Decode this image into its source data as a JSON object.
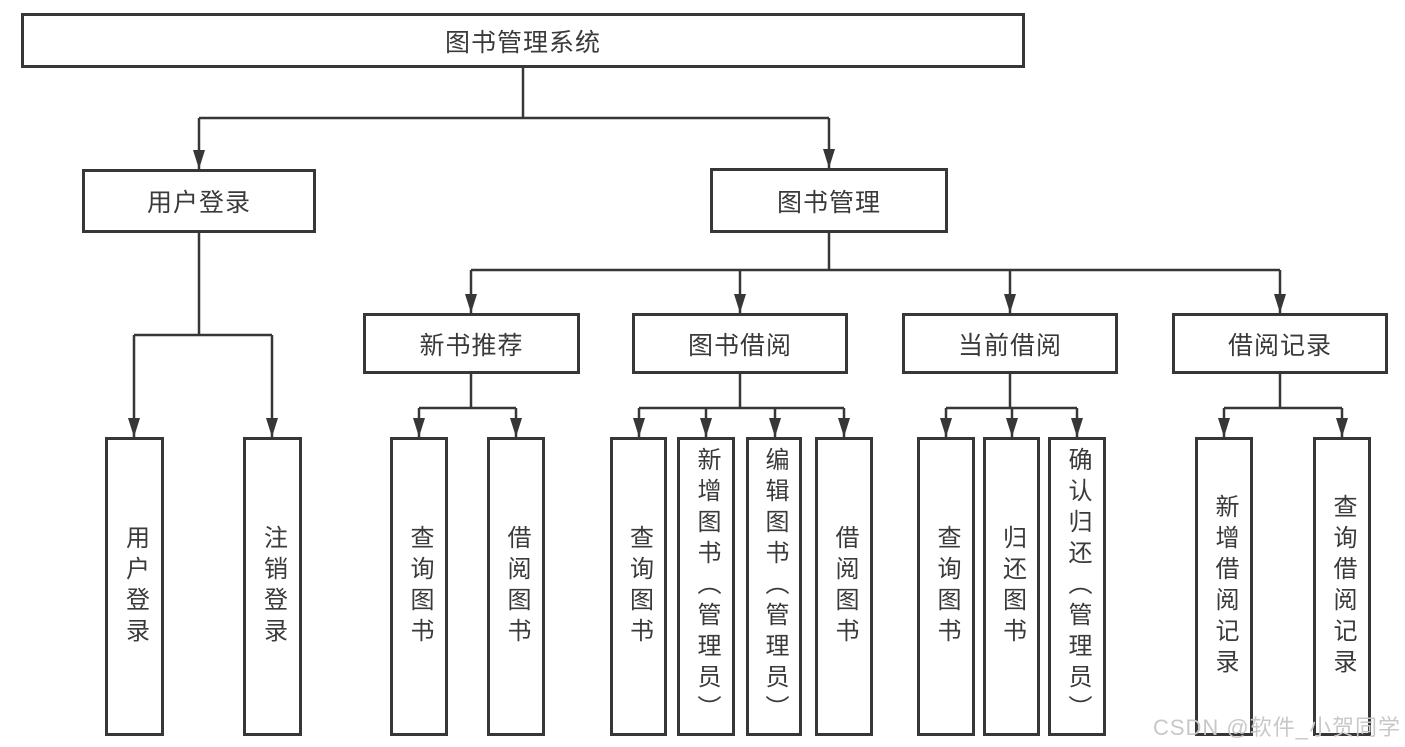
{
  "diagram": {
    "tree": {
      "root": {
        "label": "图书管理系统"
      },
      "children": [
        {
          "label": "用户登录",
          "children": [
            {
              "label": "用户登录"
            },
            {
              "label": "注销登录"
            }
          ]
        },
        {
          "label": "图书管理",
          "children": [
            {
              "label": "新书推荐",
              "children": [
                {
                  "label": "查询图书"
                },
                {
                  "label": "借阅图书"
                }
              ]
            },
            {
              "label": "图书借阅",
              "children": [
                {
                  "label": "查询图书"
                },
                {
                  "label": "新增图书（管理员）"
                },
                {
                  "label": "编辑图书（管理员）"
                },
                {
                  "label": "借阅图书"
                }
              ]
            },
            {
              "label": "当前借阅",
              "children": [
                {
                  "label": "查询图书"
                },
                {
                  "label": "归还图书"
                },
                {
                  "label": "确认归还（管理员）"
                }
              ]
            },
            {
              "label": "借阅记录",
              "children": [
                {
                  "label": "新增借阅记录"
                },
                {
                  "label": "查询借阅记录"
                }
              ]
            }
          ]
        }
      ]
    },
    "colors": {
      "line": "#373737",
      "box_border": "#373737",
      "box_fill": "#ffffff",
      "text": "#3a3a3a",
      "watermark": "#c8c8c8"
    }
  },
  "watermark": {
    "text": "CSDN @软件_小贺同学"
  }
}
